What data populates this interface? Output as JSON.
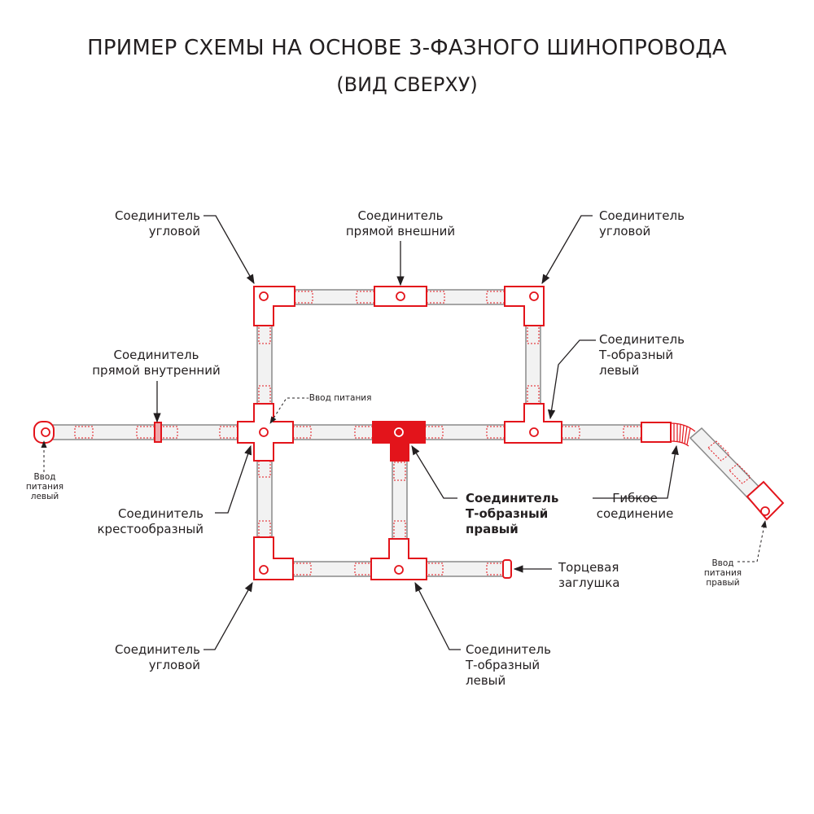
{
  "title": {
    "line1": "ПРИМЕР СХЕМЫ НА ОСНОВЕ 3-ФАЗНОГО ШИНОПРОВОДА",
    "line2": "(ВИД СВЕРХУ)"
  },
  "labels": {
    "corner_top_left": [
      "Соединитель",
      "угловой"
    ],
    "straight_external": [
      "Соединитель",
      "прямой внешний"
    ],
    "corner_top_right": [
      "Соединитель",
      "угловой"
    ],
    "straight_internal": [
      "Соединитель",
      "прямой внутренний"
    ],
    "power_input": "-Ввод питания",
    "t_left_upper": [
      "Соединитель",
      "Т-образный",
      "левый"
    ],
    "power_input_left": [
      "Ввод",
      "питания",
      "левый"
    ],
    "cross": [
      "Соединитель",
      "крестообразный"
    ],
    "t_right": [
      "Соединитель",
      "Т-образный",
      "правый"
    ],
    "flexible": [
      "Гибкое",
      "соединение"
    ],
    "end_cap": [
      "Торцевая",
      "заглушка"
    ],
    "power_input_right": [
      "Ввод",
      "питания",
      "правый"
    ],
    "corner_bottom_left": [
      "Соединитель",
      "угловой"
    ],
    "t_left_lower": [
      "Соединитель",
      "Т-образный",
      "левый"
    ]
  },
  "colors": {
    "accent": "#e3141b",
    "accent_light": "#f0a8ab",
    "text": "#231f20",
    "rail_fill": "#f2f2f2",
    "rail_stroke": "#7a7a7a"
  }
}
